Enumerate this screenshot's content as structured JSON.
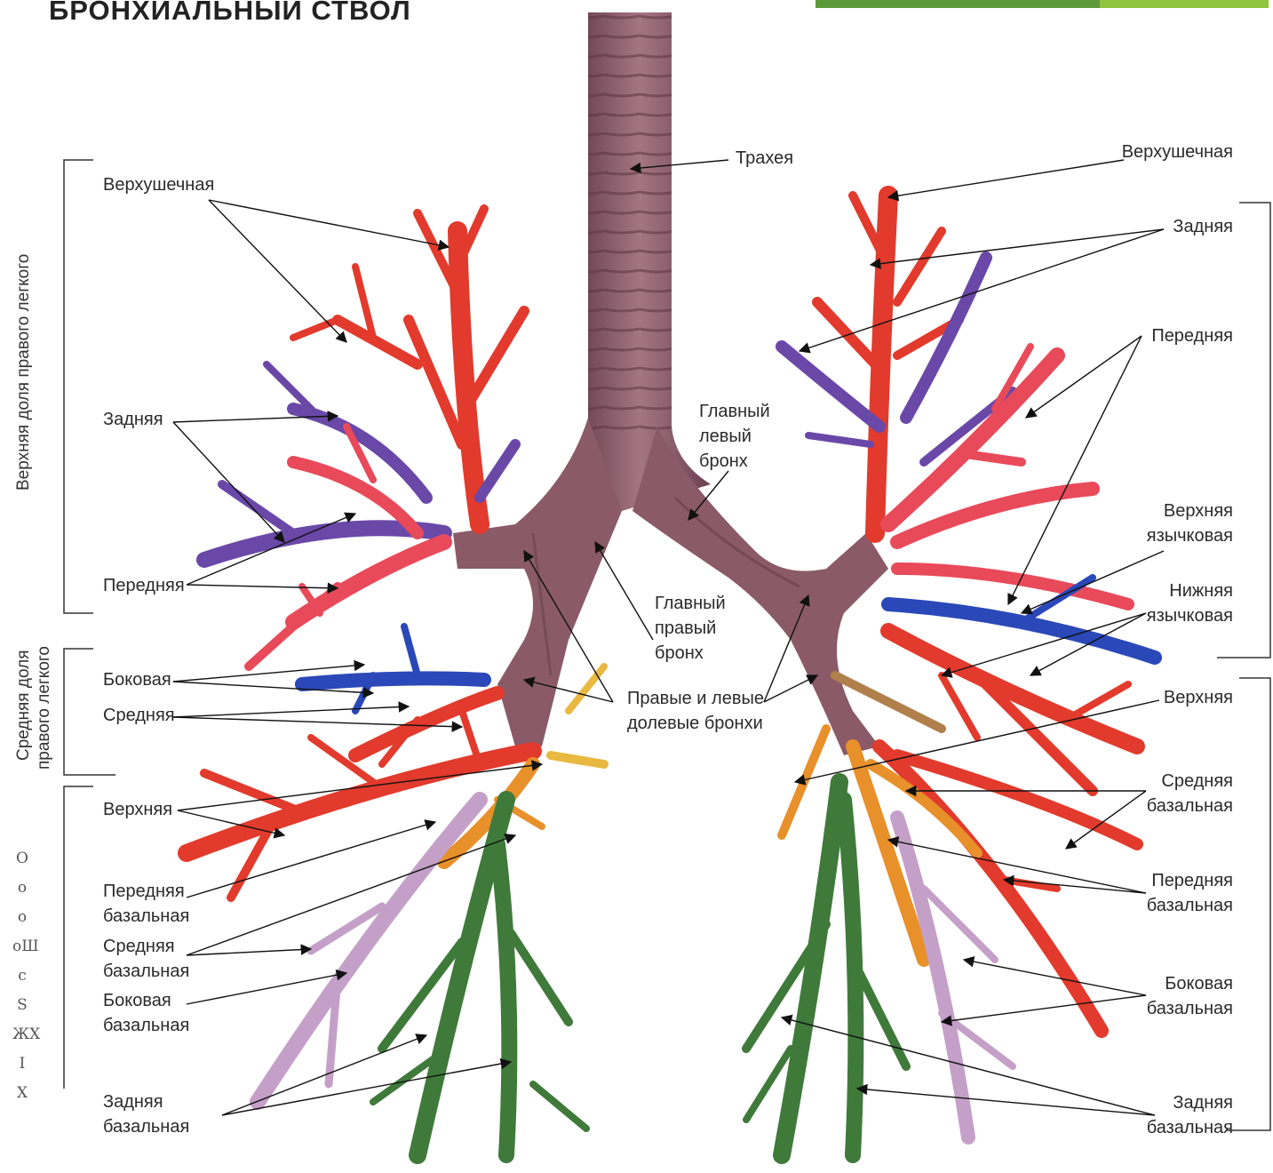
{
  "header": {
    "title": "БРОНХИАЛЬНЫЙ СТВОЛ"
  },
  "colors": {
    "trachea": "#8a5a68",
    "red": "#e23a2c",
    "pink_red": "#e84a5a",
    "violet": "#6a48a8",
    "blue": "#2a48b8",
    "orange": "#e8902a",
    "yellow": "#e8b840",
    "green": "#3f7a3a",
    "lilac": "#c4a0c8",
    "band_dark": "#5d9a3a",
    "band_light": "#8ec43e"
  },
  "side_labels": {
    "upper_right_lobe": "Верхняя доля правого легкого",
    "middle_right_lobe_1": "Средняя доля",
    "middle_right_lobe_2": "правого легкого"
  },
  "margin_marks": [
    "О",
    "о",
    "о",
    "оШ",
    "с",
    "S",
    "ЖХ",
    "I",
    "Х"
  ],
  "labels": {
    "trachea": "Трахея",
    "main_left_bronchus": [
      "Главный",
      "левый",
      "бронх"
    ],
    "main_right_bronchus": [
      "Главный",
      "правый",
      "бронх"
    ],
    "lobar_bronchi": [
      "Правые и левые",
      "долевые бронхи"
    ],
    "right": {
      "apical": "Верхушечная",
      "posterior": "Задняя",
      "anterior": "Передняя",
      "lateral": "Боковая",
      "medial": "Средняя",
      "superior": "Верхняя",
      "anterior_basal": [
        "Передняя",
        "базальная"
      ],
      "medial_basal": [
        "Средняя",
        "базальная"
      ],
      "lateral_basal": [
        "Боковая",
        "базальная"
      ],
      "posterior_basal": [
        "Задняя",
        "базальная"
      ]
    },
    "left": {
      "apical": "Верхушечная",
      "posterior": "Задняя",
      "anterior": "Передняя",
      "superior_lingular": [
        "Верхняя",
        "язычковая"
      ],
      "inferior_lingular": [
        "Нижняя",
        "язычковая"
      ],
      "superior": "Верхняя",
      "medial_basal": [
        "Средняя",
        "базальная"
      ],
      "anterior_basal": [
        "Передняя",
        "базальная"
      ],
      "lateral_basal": [
        "Боковая",
        "базальная"
      ],
      "posterior_basal": [
        "Задняя",
        "базальная"
      ]
    }
  }
}
